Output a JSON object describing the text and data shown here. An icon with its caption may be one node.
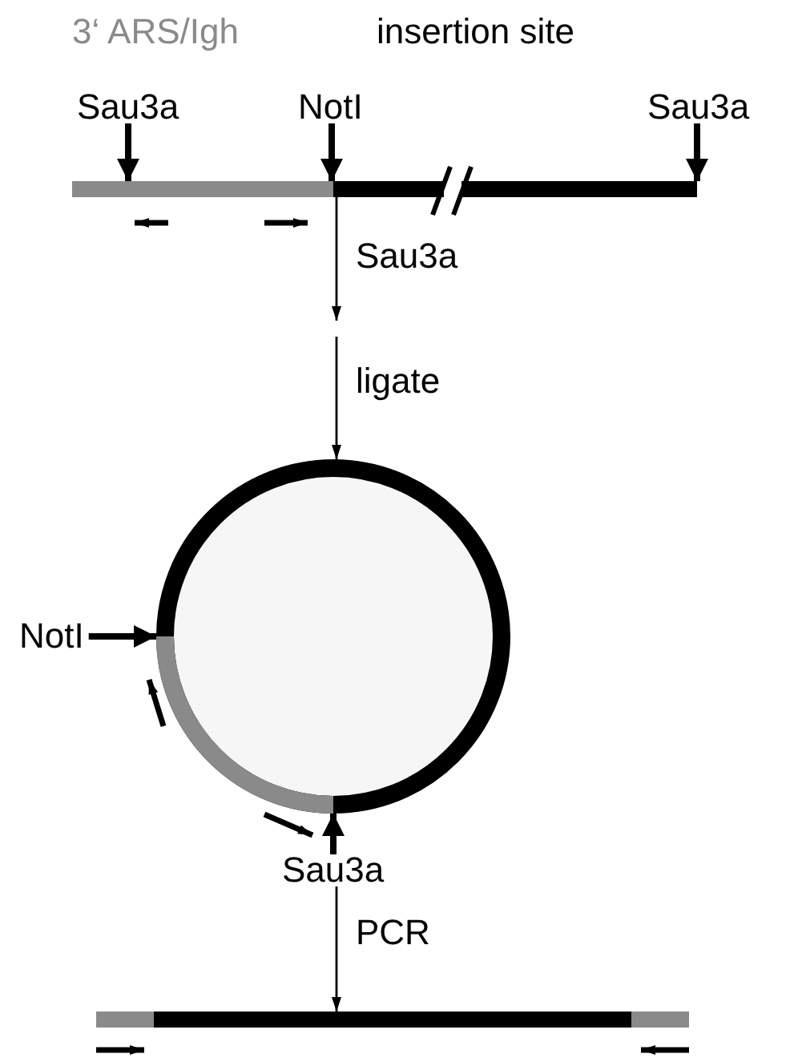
{
  "diagram": {
    "nodes": [
      {
        "text": [],
        "shape": "bar"
      },
      {
        "text": [
          "Sau3a"
        ]
      },
      {
        "text": [
          "NotI"
        ]
      },
      {
        "text": [
          "Sau3a"
        ]
      },
      {
        "text": [],
        "shape": "circle"
      },
      {
        "text": [
          "NotI"
        ]
      },
      {
        "text": [
          "Sau3a"
        ]
      },
      {
        "text": [],
        "shape": "bar"
      }
    ],
    "edges": [
      {
        "from": 1,
        "to": 0,
        "arrow": "to"
      },
      {
        "from": 2,
        "to": 0,
        "arrow": "to"
      },
      {
        "from": 3,
        "to": 0,
        "arrow": "to"
      },
      {
        "from": 0,
        "to": null,
        "arrow": "to",
        "label": "Sau3a"
      },
      {
        "from": null,
        "to": 4,
        "arrow": "to",
        "label": "ligate"
      },
      {
        "from": 5,
        "to": 4,
        "arrow": "to"
      },
      {
        "from": 6,
        "to": 4,
        "arrow": "to"
      },
      {
        "from": 6,
        "to": 7,
        "arrow": "to",
        "label": "PCR"
      }
    ],
    "labels": [
      "3‘ ARS/Igh",
      "insertion site"
    ]
  }
}
